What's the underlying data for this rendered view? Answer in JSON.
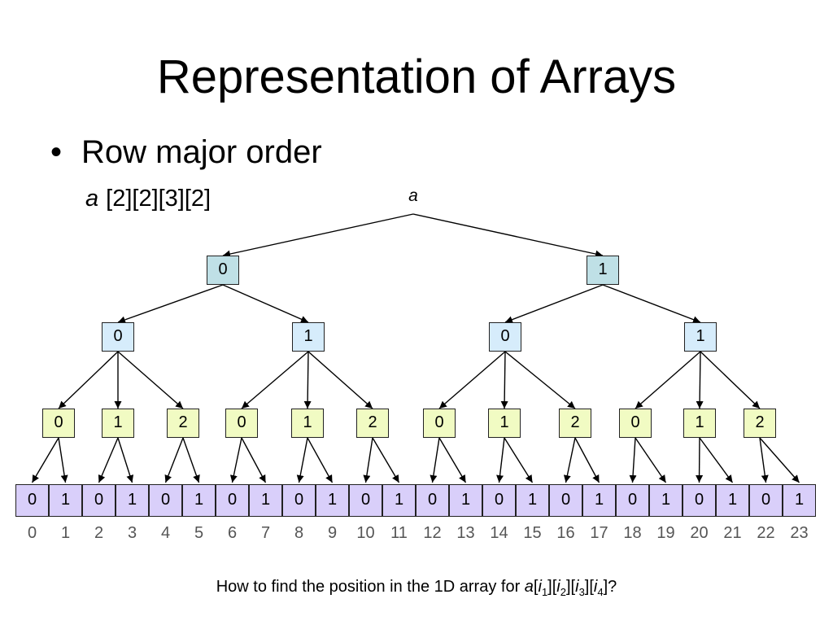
{
  "slide": {
    "title": "Representation of Arrays",
    "bullet": "Row major order",
    "bullet_symbol": "•",
    "declaration": {
      "name": "a",
      "dims": "[2][2][3][2]"
    },
    "root_label": "a"
  },
  "tree": {
    "level1": [
      "0",
      "1"
    ],
    "level2": [
      "0",
      "1",
      "0",
      "1"
    ],
    "level3": [
      "0",
      "1",
      "2",
      "0",
      "1",
      "2",
      "0",
      "1",
      "2",
      "0",
      "1",
      "2"
    ]
  },
  "array": {
    "cells": [
      "0",
      "1",
      "0",
      "1",
      "0",
      "1",
      "0",
      "1",
      "0",
      "1",
      "0",
      "1",
      "0",
      "1",
      "0",
      "1",
      "0",
      "1",
      "0",
      "1",
      "0",
      "1",
      "0",
      "1"
    ],
    "indices": [
      "0",
      "1",
      "2",
      "3",
      "4",
      "5",
      "6",
      "7",
      "8",
      "9",
      "10",
      "11",
      "12",
      "13",
      "14",
      "15",
      "16",
      "17",
      "18",
      "19",
      "20",
      "21",
      "22",
      "23"
    ]
  },
  "question": {
    "prefix": "How to find the position in the 1D array for ",
    "var": "a",
    "open": "[",
    "close": "]",
    "index_var": "i",
    "subs": [
      "1",
      "2",
      "3",
      "4"
    ],
    "suffix": "?"
  },
  "colors": {
    "level1": "#bfe0e6",
    "level2": "#d6ecfb",
    "level3": "#f1fbc3",
    "cells": "#d9cffa"
  }
}
